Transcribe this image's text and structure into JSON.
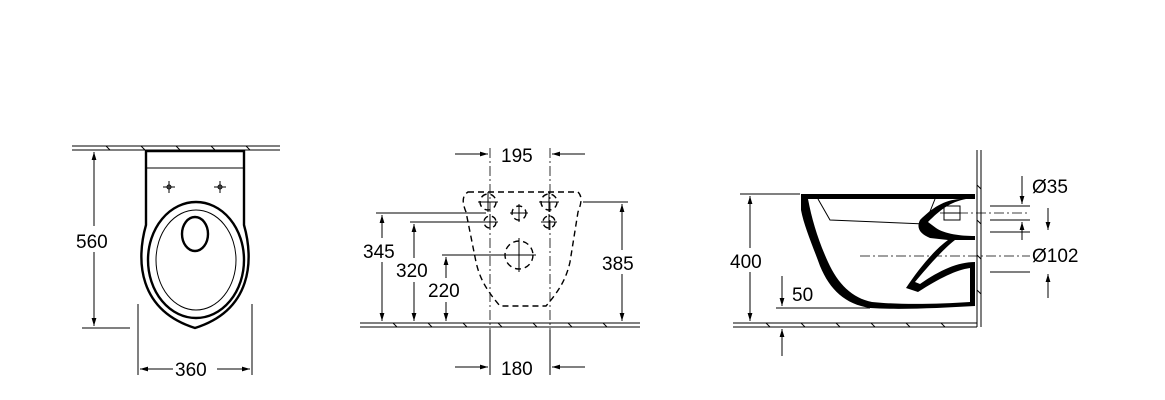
{
  "views": {
    "front": {
      "height_label": "560",
      "width_label": "360"
    },
    "fixing": {
      "top_spacing_label": "195",
      "bottom_spacing_label": "180",
      "height_345_label": "345",
      "height_320_label": "320",
      "height_220_label": "220",
      "height_385_label": "385"
    },
    "side": {
      "height_label": "400",
      "floor_gap_label": "50",
      "inlet_diameter_label": "Ø35",
      "outlet_diameter_label": "Ø102"
    }
  },
  "colors": {
    "line": "#000000",
    "background": "#ffffff"
  }
}
